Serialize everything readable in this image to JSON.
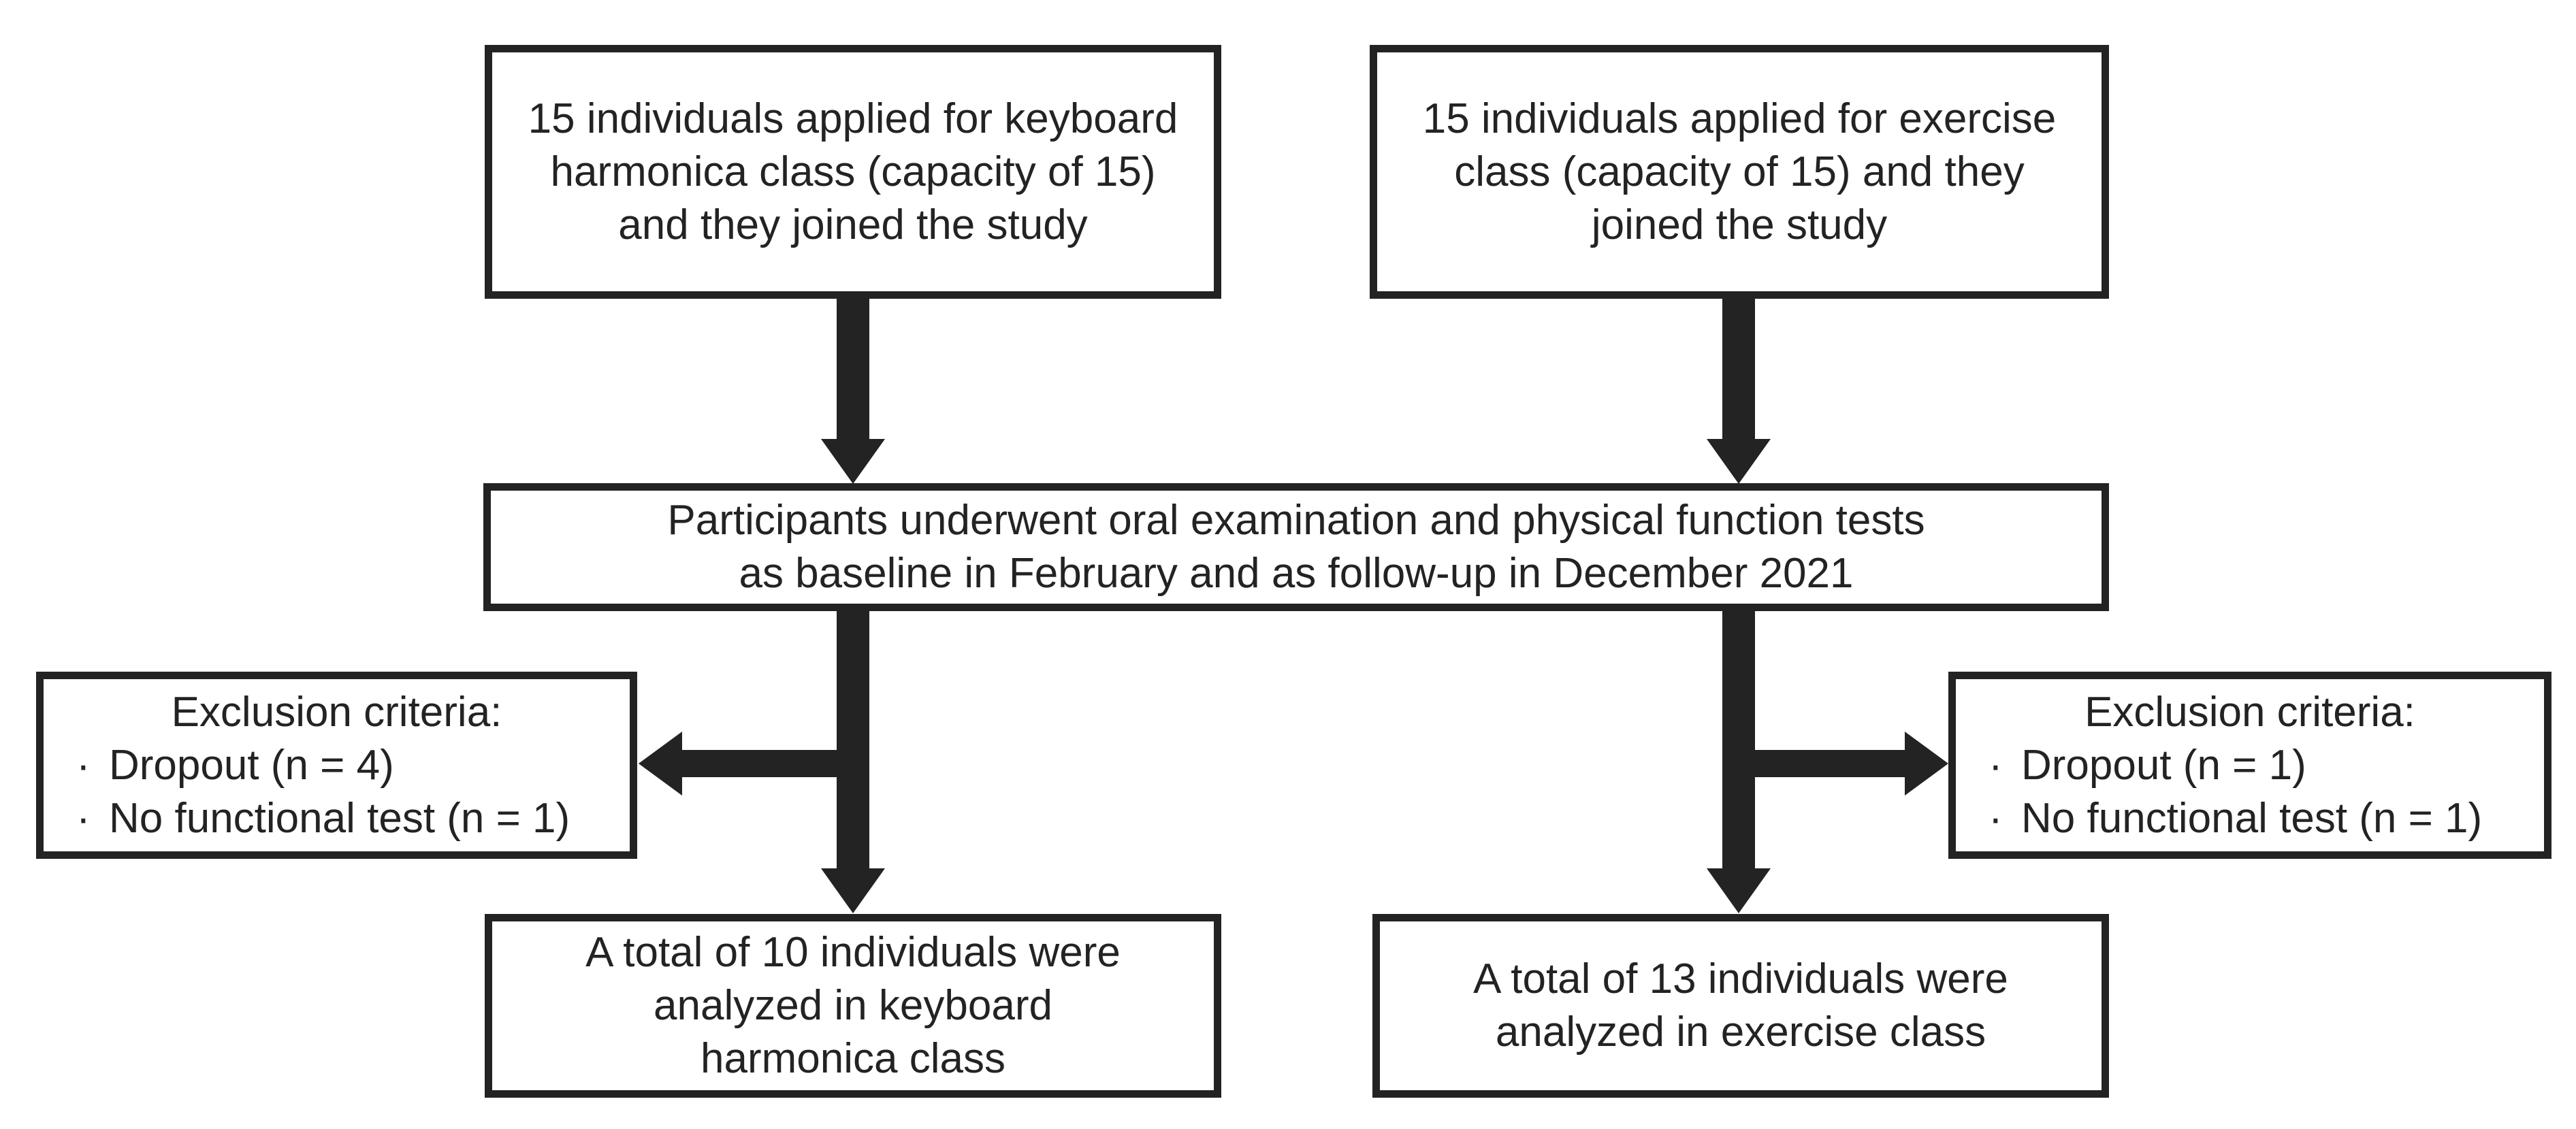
{
  "canvas": {
    "background_color": "#ffffff",
    "ink_color": "#232323"
  },
  "boxes": {
    "keyboard_applied": {
      "lines": [
        "15 individuals applied for keyboard",
        "harmonica class (capacity of 15)",
        "and they joined the study"
      ]
    },
    "exercise_applied": {
      "lines": [
        "15 individuals applied for exercise",
        "class (capacity of 15) and they",
        "joined the study"
      ]
    },
    "assessment": {
      "lines": [
        "Participants underwent oral examination and physical function tests",
        "as baseline in February and as follow-up in December 2021"
      ]
    },
    "exclusion_keyboard": {
      "heading": "Exclusion criteria:",
      "bullet": "·",
      "items": [
        "Dropout (n = 4)",
        "No functional test (n = 1)"
      ]
    },
    "exclusion_exercise": {
      "heading": "Exclusion criteria:",
      "bullet": "·",
      "items": [
        "Dropout (n = 1)",
        "No functional test (n = 1)"
      ]
    },
    "analyzed_keyboard": {
      "lines": [
        "A total of 10 individuals were",
        "analyzed in keyboard",
        "harmonica class"
      ]
    },
    "analyzed_exercise": {
      "lines": [
        "A total of 13 individuals were",
        "analyzed in exercise class"
      ]
    }
  }
}
